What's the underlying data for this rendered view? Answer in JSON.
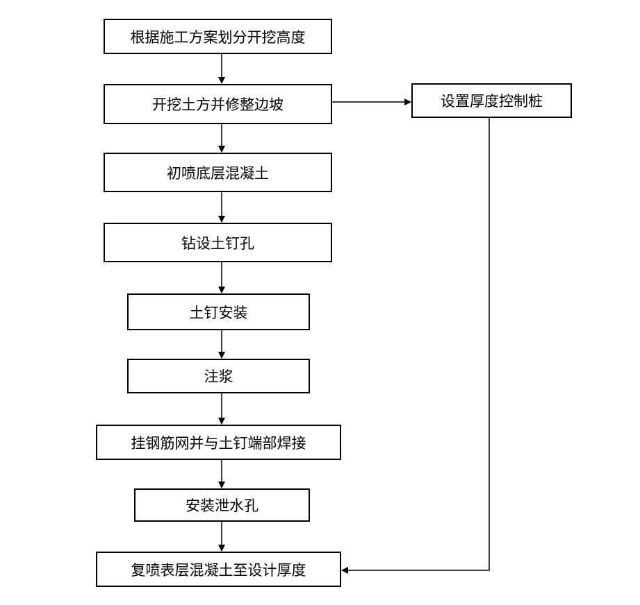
{
  "flowchart": {
    "steps": [
      "根据施工方案划分开挖高度",
      "开挖土方并修整边坡",
      "初喷底层混凝土",
      "钻设土钉孔",
      "土钉安装",
      "注浆",
      "挂钢筋网并与土钉端部焊接",
      "安装泄水孔",
      "复喷表层混凝土至设计厚度"
    ],
    "side_step": "设置厚度控制桩"
  },
  "colors": {
    "line": "#000000",
    "box_border": "#000000",
    "background": "#ffffff"
  }
}
